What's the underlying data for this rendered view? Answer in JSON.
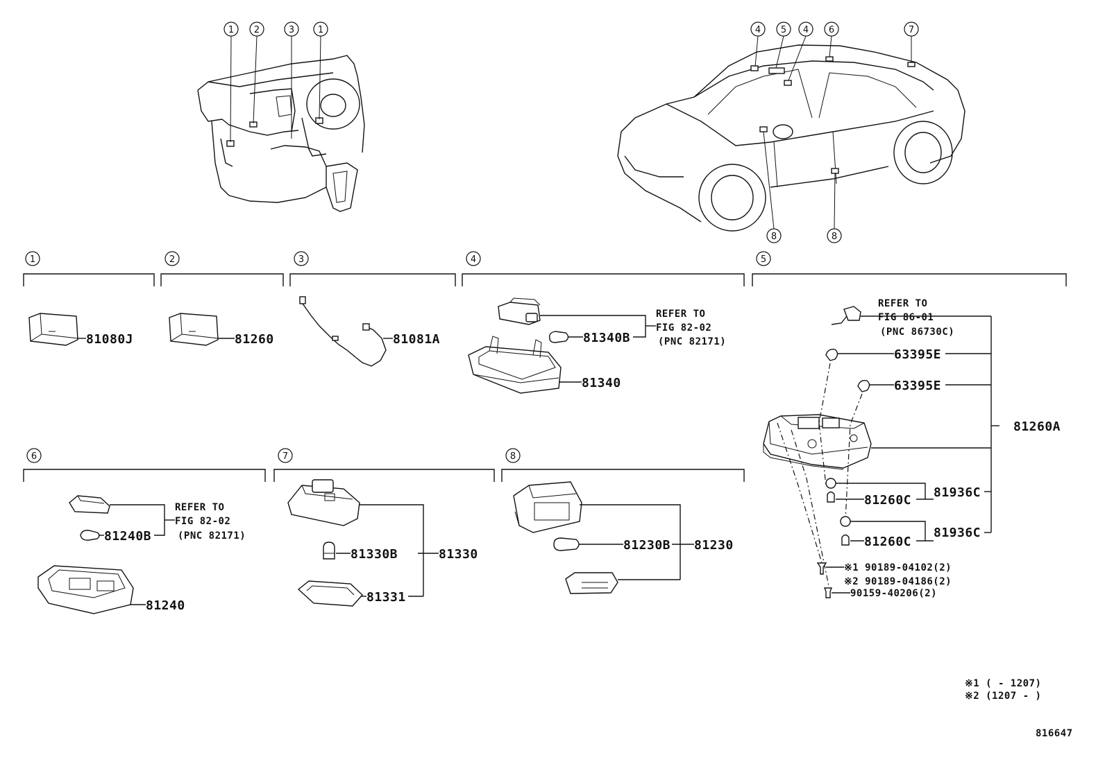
{
  "diagram_id": "816647",
  "callouts": [
    "1",
    "2",
    "3",
    "1",
    "4",
    "5",
    "4",
    "6",
    "7",
    "8",
    "8"
  ],
  "sections": [
    {
      "num": "1",
      "parts": [
        "81080J"
      ]
    },
    {
      "num": "2",
      "parts": [
        "81260"
      ]
    },
    {
      "num": "3",
      "parts": [
        "81081A"
      ]
    },
    {
      "num": "4",
      "parts": [
        "81340B",
        "81340"
      ],
      "refer": {
        "line1": "REFER TO",
        "line2": "FIG 82-02",
        "line3": "(PNC 82171)"
      }
    },
    {
      "num": "5",
      "parts": [
        "63395E",
        "63395E",
        "81260A",
        "81260C",
        "81936C",
        "81260C",
        "81936C"
      ],
      "refer": {
        "line1": "REFER TO",
        "line2": "FIG 86-01",
        "line3": "(PNC 86730C)"
      },
      "bolts": [
        "※1 90189-04102(2)",
        "※2 90189-04186(2)",
        "90159-40206(2)"
      ]
    },
    {
      "num": "6",
      "parts": [
        "81240B",
        "81240"
      ],
      "refer": {
        "line1": "REFER TO",
        "line2": "FIG 82-02",
        "line3": "(PNC 82171)"
      }
    },
    {
      "num": "7",
      "parts": [
        "81330B",
        "81330",
        "81331"
      ]
    },
    {
      "num": "8",
      "parts": [
        "81230B",
        "81230"
      ]
    }
  ],
  "footnotes": [
    "※1 (    - 1207)",
    "※2 (1207 -    )"
  ]
}
